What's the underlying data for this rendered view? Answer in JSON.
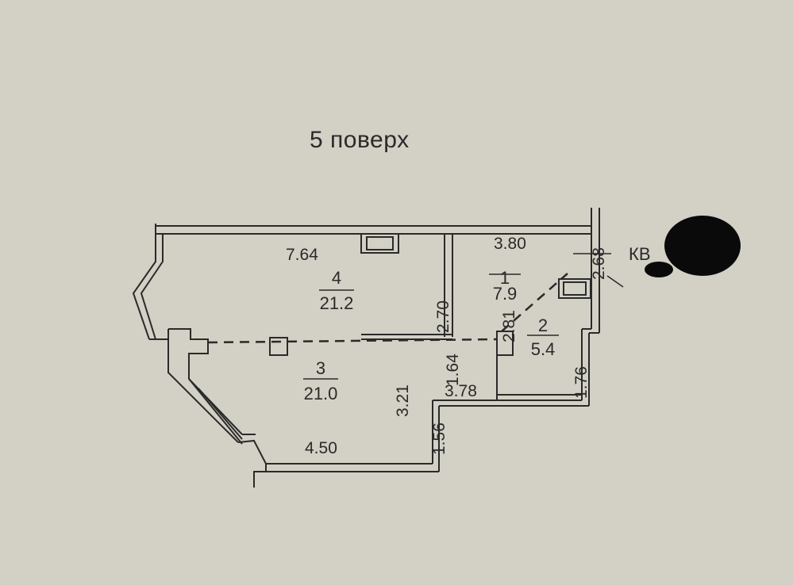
{
  "title": "5 поверх",
  "rooms": [
    {
      "number": "1",
      "area": "7.9"
    },
    {
      "number": "2",
      "area": "5.4"
    },
    {
      "number": "3",
      "area": "21.0"
    },
    {
      "number": "4",
      "area": "21.2"
    }
  ],
  "dimensions": {
    "room4_width": "7.64",
    "room4_depth": "2.70",
    "room1_width": "3.80",
    "room1_depth": "2.81",
    "room1_right": "2.68",
    "room2_height": "1.76",
    "room2_width": "3.78",
    "corridor": "1.64",
    "room3_depth": "3.21",
    "step": "1.56",
    "bottom_width": "4.50"
  },
  "entrance_label": "КВ",
  "colors": {
    "paper": "#d3d0c5",
    "ink": "#2a2a2a"
  }
}
